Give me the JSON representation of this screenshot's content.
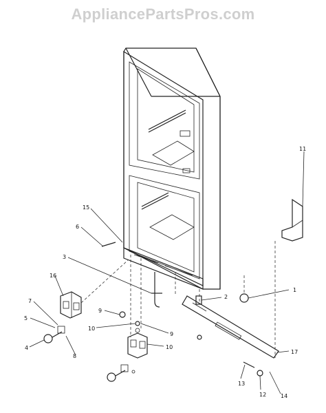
{
  "watermark": "AppliancePartsPros.com",
  "callouts": [
    "1",
    "2",
    "3",
    "4",
    "5",
    "6",
    "7",
    "8",
    "9",
    "9",
    "10",
    "10",
    "11",
    "12",
    "13",
    "14",
    "15",
    "16",
    "17"
  ]
}
